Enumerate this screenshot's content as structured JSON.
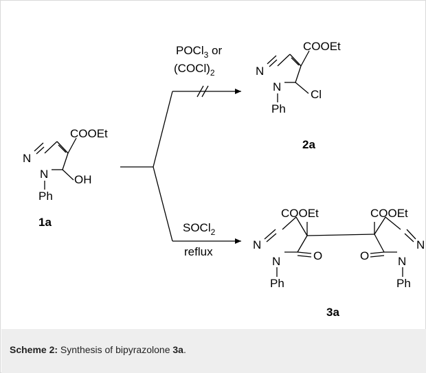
{
  "scheme": {
    "reagents_top_line1_a": "POCl",
    "reagents_top_line1_sub": "3",
    "reagents_top_line1_b": " or",
    "reagents_top_line2_a": "(COCl)",
    "reagents_top_line2_sub": "2",
    "reagents_bottom_line1_a": "SOCl",
    "reagents_bottom_line1_sub": "2",
    "reagents_bottom_line2": "reflux",
    "blocked_mark": "//",
    "compound_1a": {
      "label": "1a",
      "ester": "COOEt",
      "substituent": "OH",
      "n_top": "N",
      "n_bottom": "N",
      "phenyl": "Ph"
    },
    "compound_2a": {
      "label": "2a",
      "ester": "COOEt",
      "substituent": "Cl",
      "n_top": "N",
      "n_bottom": "N",
      "phenyl": "Ph"
    },
    "compound_3a": {
      "label": "3a",
      "ester_left": "COOEt",
      "ester_right": "COOEt",
      "oxygen_left": "O",
      "oxygen_right": "O",
      "n_left_top": "N",
      "n_left_bottom": "N",
      "n_right_top": "N",
      "n_right_bottom": "N",
      "phenyl_left": "Ph",
      "phenyl_right": "Ph"
    }
  },
  "caption": {
    "prefix": "Scheme 2:",
    "text": " Synthesis of bipyrazolone ",
    "compound": "3a",
    "suffix": "."
  }
}
